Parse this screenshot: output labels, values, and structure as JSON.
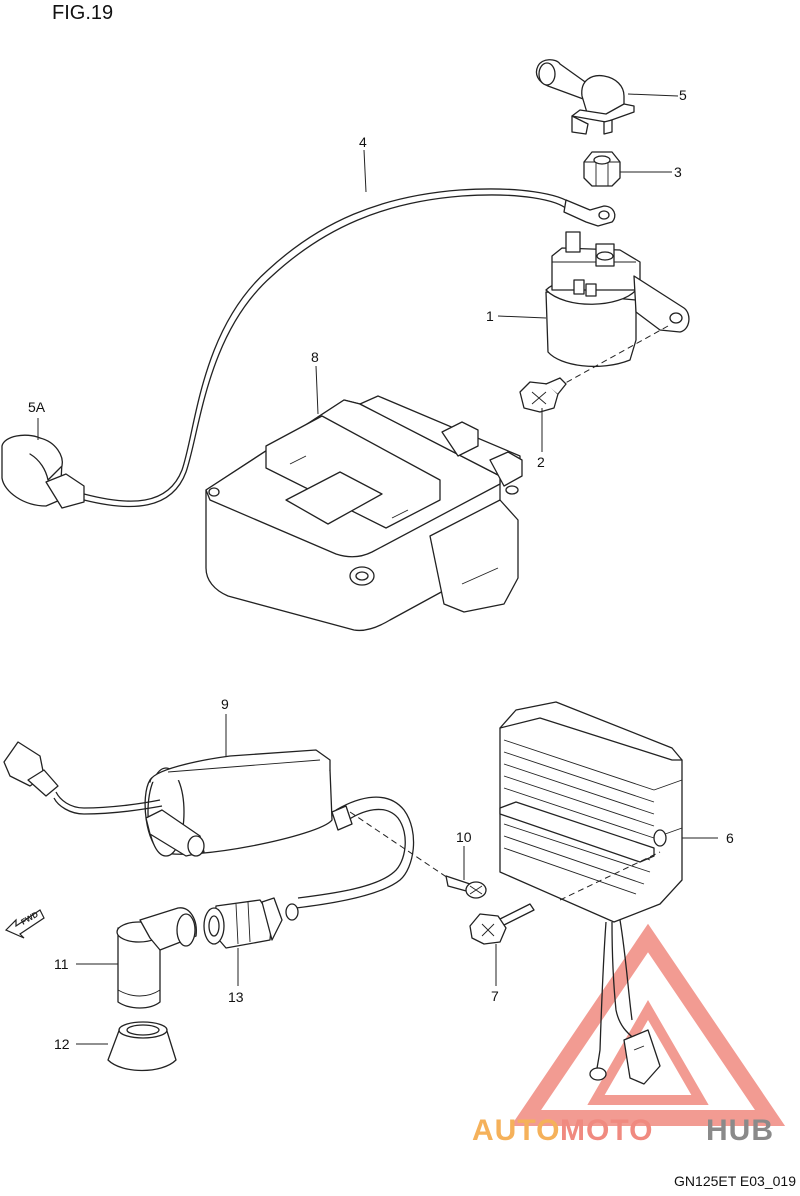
{
  "figure": {
    "title": "FIG.19",
    "code": "GN125ET E03_019"
  },
  "callouts": {
    "c1": "1",
    "c2": "2",
    "c3": "3",
    "c4": "4",
    "c5": "5",
    "c5a": "5A",
    "c6": "6",
    "c7": "7",
    "c8": "8",
    "c9": "9",
    "c10": "10",
    "c11": "11",
    "c12": "12",
    "c13": "13"
  },
  "fwd_marker": "FWD",
  "watermark": {
    "part1": "AUTO",
    "part2": "MOTO",
    "part3": "HUB"
  },
  "colors": {
    "line": "#222222",
    "watermark_red": "#f08a80",
    "watermark_orange": "#f5b15a",
    "watermark_gray": "#8a8a8a"
  }
}
